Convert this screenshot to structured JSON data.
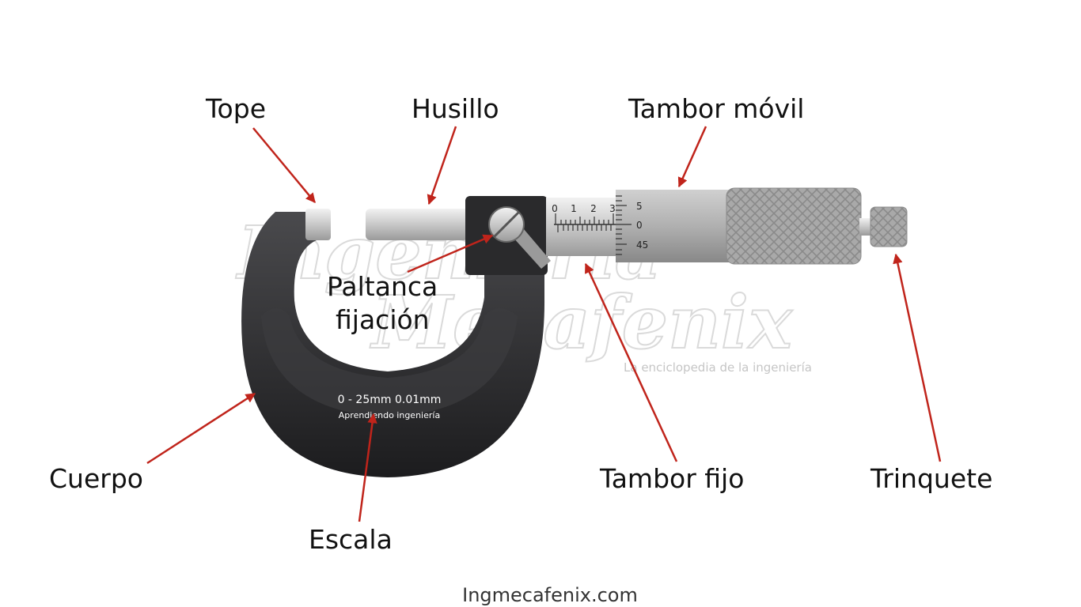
{
  "labels": {
    "tope": "Tope",
    "husillo": "Husillo",
    "tambor_movil": "Tambor móvil",
    "palanca_line1": "Paltanca",
    "palanca_line2": "fijación",
    "cuerpo": "Cuerpo",
    "escala": "Escala",
    "tambor_fijo": "Tambor fijo",
    "trinquete": "Trinquete"
  },
  "body_text": {
    "range": "0 - 25mm  0.01mm",
    "motto": "Aprendiendo ingeniería"
  },
  "sleeve_scale": [
    "0",
    "1",
    "2",
    "3"
  ],
  "thimble_scale": [
    "5",
    "0",
    "45"
  ],
  "watermark": {
    "line1": "Ingeniería",
    "line2": "Mecafenix",
    "tagline": "La enciclopedia de la ingeniería"
  },
  "footer": "Ingmecafenix.com",
  "colors": {
    "arrow": "#c0241b",
    "body": "#2f2f31",
    "text": "#111111"
  }
}
